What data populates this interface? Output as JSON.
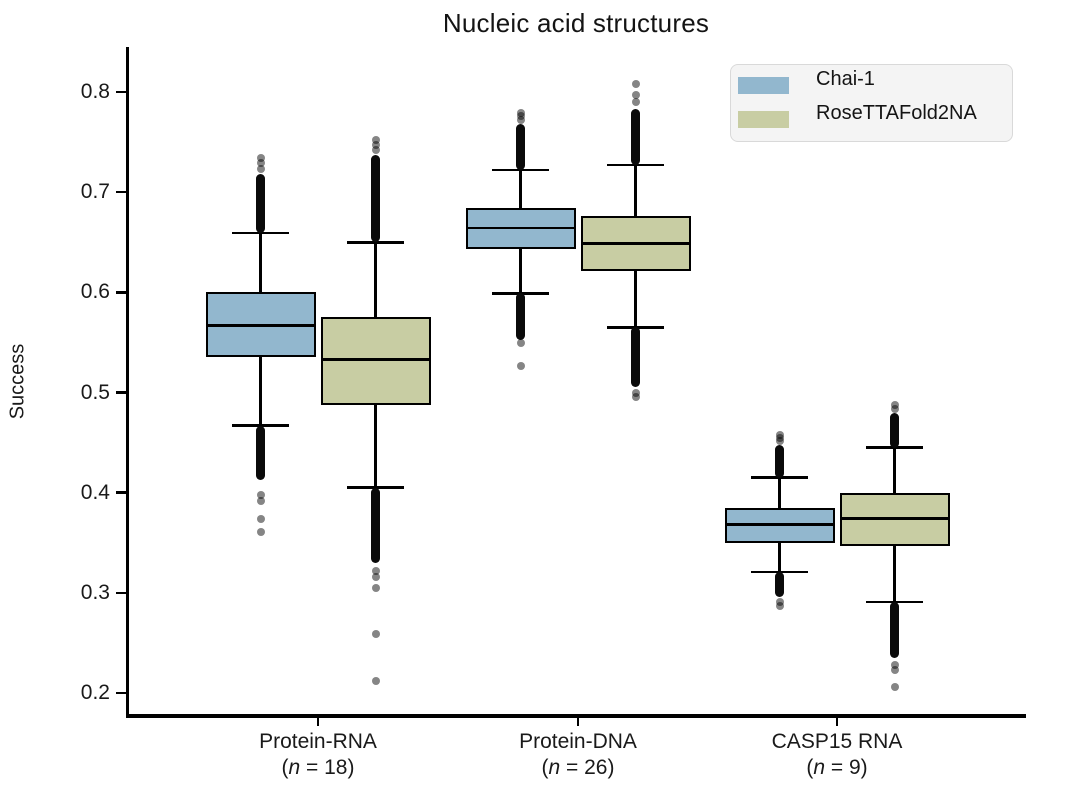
{
  "title": "Nucleic acid structures",
  "legend": {
    "position": "upper right",
    "items": [
      {
        "label": "Chai-1",
        "color": "#92b7ce"
      },
      {
        "label": "RoseTTAFold2NA",
        "color": "#c8cda3"
      }
    ]
  },
  "chart_data": {
    "type": "boxplot",
    "title": "Nucleic acid structures",
    "xlabel": "",
    "ylabel": "Success",
    "ylim": [
      0.175,
      0.845
    ],
    "yticks": [
      0.2,
      0.3,
      0.4,
      0.5,
      0.6,
      0.7,
      0.8
    ],
    "grid": false,
    "legend_position": "upper right",
    "categories": [
      {
        "label": "Protein-RNA",
        "n": 18,
        "sublabel": "(n = 18)"
      },
      {
        "label": "Protein-DNA",
        "n": 26,
        "sublabel": "(n = 26)"
      },
      {
        "label": "CASP15 RNA",
        "n": 9,
        "sublabel": "(n = 9)"
      }
    ],
    "series": [
      {
        "name": "Chai-1",
        "color": "#92b7ce",
        "boxes": [
          {
            "category": "Protein-RNA",
            "whisker_low": 0.467,
            "q1": 0.535,
            "median": 0.567,
            "q3": 0.6,
            "whisker_high": 0.659,
            "outliers_high_dense": [
              0.659,
              0.718
            ],
            "outliers_high_dots": [
              0.723,
              0.729,
              0.734
            ],
            "outliers_low_dense": [
              0.413,
              0.467
            ],
            "outliers_low_dots": [
              0.398,
              0.392,
              0.374,
              0.361
            ]
          },
          {
            "category": "Protein-DNA",
            "whisker_low": 0.599,
            "q1": 0.643,
            "median": 0.664,
            "q3": 0.684,
            "whisker_high": 0.722,
            "outliers_high_dense": [
              0.722,
              0.768
            ],
            "outliers_high_dots": [
              0.772,
              0.776,
              0.779
            ],
            "outliers_low_dense": [
              0.552,
              0.599
            ],
            "outliers_low_dots": [
              0.549,
              0.526
            ]
          },
          {
            "category": "CASP15 RNA",
            "whisker_low": 0.321,
            "q1": 0.35,
            "median": 0.368,
            "q3": 0.385,
            "whisker_high": 0.415,
            "outliers_high_dense": [
              0.415,
              0.448
            ],
            "outliers_high_dots": [
              0.452,
              0.455,
              0.458
            ],
            "outliers_low_dense": [
              0.296,
              0.321
            ],
            "outliers_low_dots": [
              0.291,
              0.287
            ]
          }
        ]
      },
      {
        "name": "RoseTTAFold2NA",
        "color": "#c8cda3",
        "boxes": [
          {
            "category": "Protein-RNA",
            "whisker_low": 0.405,
            "q1": 0.488,
            "median": 0.533,
            "q3": 0.575,
            "whisker_high": 0.65,
            "outliers_high_dense": [
              0.65,
              0.737
            ],
            "outliers_high_dots": [
              0.742,
              0.747,
              0.752
            ],
            "outliers_low_dense": [
              0.33,
              0.405
            ],
            "outliers_low_dots": [
              0.322,
              0.316,
              0.305,
              0.259,
              0.212
            ]
          },
          {
            "category": "Protein-DNA",
            "whisker_low": 0.565,
            "q1": 0.621,
            "median": 0.649,
            "q3": 0.676,
            "whisker_high": 0.727,
            "outliers_high_dense": [
              0.727,
              0.783
            ],
            "outliers_high_dots": [
              0.79,
              0.797,
              0.808
            ],
            "outliers_low_dense": [
              0.505,
              0.565
            ],
            "outliers_low_dots": [
              0.5,
              0.496
            ]
          },
          {
            "category": "CASP15 RNA",
            "whisker_low": 0.291,
            "q1": 0.347,
            "median": 0.374,
            "q3": 0.4,
            "whisker_high": 0.445,
            "outliers_high_dense": [
              0.445,
              0.48
            ],
            "outliers_high_dots": [
              0.484,
              0.488
            ],
            "outliers_low_dense": [
              0.235,
              0.291
            ],
            "outliers_low_dots": [
              0.228,
              0.223,
              0.206
            ]
          }
        ]
      }
    ]
  }
}
